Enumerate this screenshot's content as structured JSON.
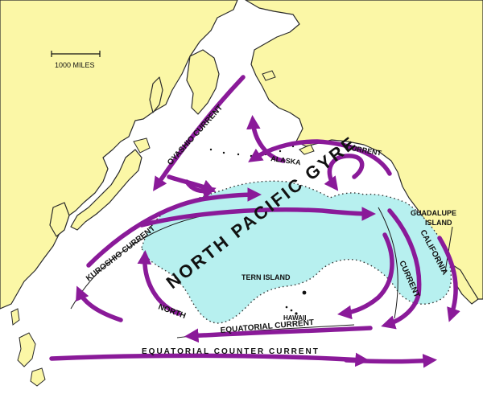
{
  "scale_label": "1000 MILES",
  "labels": {
    "north_pacific_gyre": "NORTH PACIFIC GYRE",
    "tern_island": "TERN ISLAND",
    "hawaii": "HAWAII",
    "guadalupe_island": "GUADALUPE ISLAND",
    "guadalupe_line1": "GUADALUPE",
    "guadalupe_line2": "ISLAND"
  },
  "currents": [
    {
      "id": "oyashio",
      "label": "OYASHIO CURRENT"
    },
    {
      "id": "alaska",
      "label": "ALASKA"
    },
    {
      "id": "alaska_current",
      "label": "CURRENT"
    },
    {
      "id": "kuroshio",
      "label": "KUROSHIO CURRENT"
    },
    {
      "id": "california",
      "label": "CALIFORNIA"
    },
    {
      "id": "california_current",
      "label": "CURRENT"
    },
    {
      "id": "north_equatorial_north",
      "label": "NORTH"
    },
    {
      "id": "north_equatorial",
      "label": "EQUATORIAL CURRENT"
    },
    {
      "id": "equatorial_counter",
      "label": "EQUATORIAL COUNTER CURRENT"
    }
  ],
  "colors": {
    "land": "#fbf7a6",
    "ocean": "#ffffff",
    "gyre": "#b7f0ef",
    "current_arrow": "#8a1a99"
  }
}
